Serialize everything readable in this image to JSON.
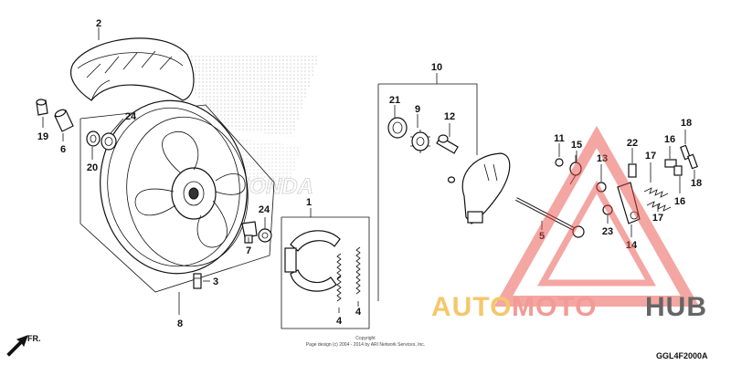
{
  "callouts": [
    {
      "id": "1",
      "label": "1"
    },
    {
      "id": "2",
      "label": "2"
    },
    {
      "id": "3",
      "label": "3"
    },
    {
      "id": "4a",
      "label": "4"
    },
    {
      "id": "4b",
      "label": "4"
    },
    {
      "id": "5",
      "label": "5"
    },
    {
      "id": "6",
      "label": "6"
    },
    {
      "id": "7",
      "label": "7"
    },
    {
      "id": "8",
      "label": "8"
    },
    {
      "id": "9",
      "label": "9"
    },
    {
      "id": "10",
      "label": "10"
    },
    {
      "id": "11",
      "label": "11"
    },
    {
      "id": "12",
      "label": "12"
    },
    {
      "id": "13",
      "label": "13"
    },
    {
      "id": "14",
      "label": "14"
    },
    {
      "id": "15",
      "label": "15"
    },
    {
      "id": "16a",
      "label": "16"
    },
    {
      "id": "16b",
      "label": "16"
    },
    {
      "id": "17a",
      "label": "17"
    },
    {
      "id": "17b",
      "label": "17"
    },
    {
      "id": "18a",
      "label": "18"
    },
    {
      "id": "18b",
      "label": "18"
    },
    {
      "id": "19",
      "label": "19"
    },
    {
      "id": "20",
      "label": "20"
    },
    {
      "id": "21",
      "label": "21"
    },
    {
      "id": "22",
      "label": "22"
    },
    {
      "id": "23",
      "label": "23"
    },
    {
      "id": "24a",
      "label": "24"
    },
    {
      "id": "24b",
      "label": "24"
    }
  ],
  "direction_label": "FR.",
  "copyright_line1": "Copyright",
  "copyright_line2": "Page design (c) 2004 - 2014 by ARI Network Services, Inc.",
  "diagram_code": "GGL4F2000A",
  "watermark": {
    "word_part1": "AUTO",
    "word_part2": "MOTO",
    "word_part3": "HUB",
    "color1": "#f5c25a",
    "color2": "#f2908a",
    "color3": "#555555",
    "triangle_color": "#e84a45"
  }
}
